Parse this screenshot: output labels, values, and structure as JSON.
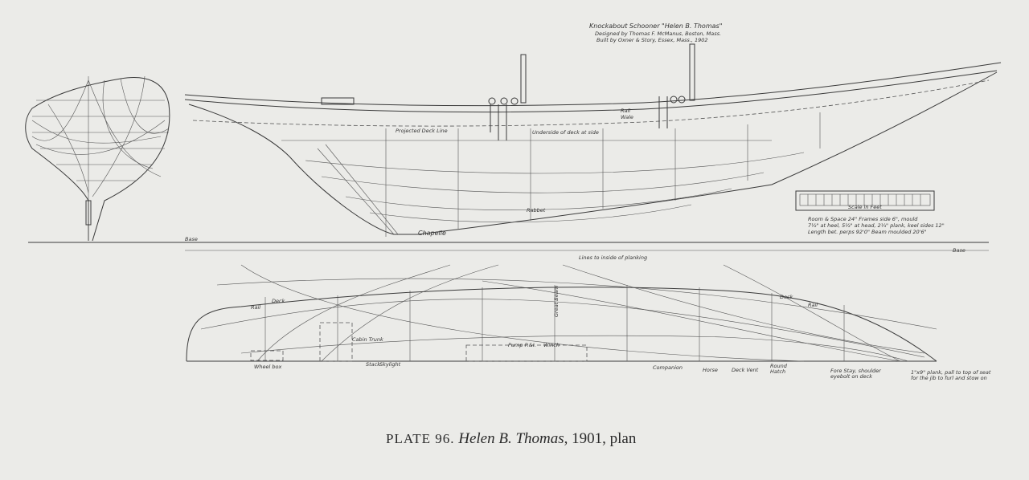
{
  "title_block": {
    "line1": "Knockabout Schooner \"Helen B. Thomas\"",
    "line2": "Designed by Thomas F. McManus, Boston, Mass.",
    "line3": "Built by Oxner & Story, Essex, Mass., 1902"
  },
  "profile": {
    "projected_deck_line": "Projected Deck Line",
    "underside_deck": "Underside of deck at side",
    "rail": "Rail",
    "wale": "Wale",
    "rabbet": "Rabbet",
    "signature": "Chapelle",
    "base_left": "Base",
    "base_right": "Base"
  },
  "scale": {
    "label": "Scale in Feet",
    "spec_line1": "Room & Space 24\"  Frames side 6\", mould",
    "spec_line2": "7½\" at heel, 5½\" at head, 2¼\" plank, keel sides 12\"",
    "spec_line3": "Length bet. perps 92'0\"   Beam moulded 20'6\""
  },
  "plan": {
    "lines_note": "Lines to inside of planking",
    "deck_left": "Deck",
    "rail_left": "Rail",
    "deck_right": "Deck",
    "rail_right": "Rail",
    "great_beam": "Great Beam",
    "cabin_trunk": "Cabin Trunk",
    "wheel_box": "Wheel box",
    "stack": "Stack",
    "skylight": "Skylight",
    "pump": "Pump P.&I.",
    "winch": "Winch",
    "companion": "Companion",
    "horse": "Horse",
    "deck_vent": "Deck Vent",
    "round_hatch_1": "Round",
    "round_hatch_2": "Hatch",
    "fore_stay_1": "Fore Stay, shoulder",
    "fore_stay_2": "eyebolt on deck",
    "plank_note_1": "1\"x9\" plank, pall to top of seat",
    "plank_note_2": "for the jib to furl and stow on"
  },
  "caption": {
    "plate": "PLATE 96.",
    "name": "Helen B. Thomas",
    "rest": ", 1901, plan"
  }
}
